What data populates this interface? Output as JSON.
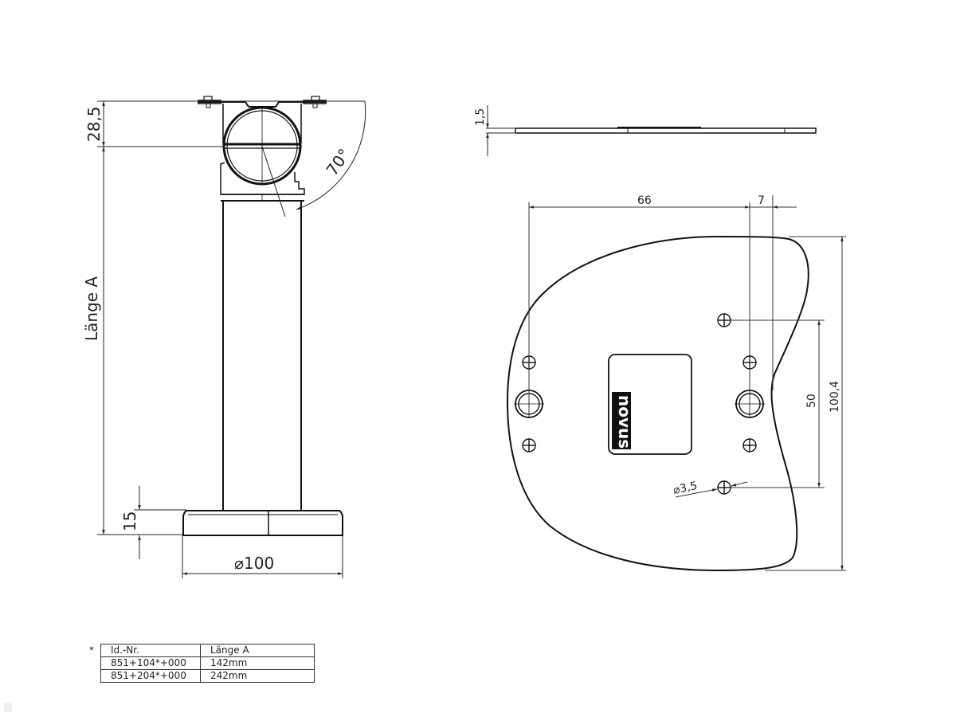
{
  "drawing": {
    "side_view": {
      "dim_top_height": "28,5",
      "dim_angle": "70°",
      "dim_length": "Länge A",
      "dim_base_height": "15",
      "dim_base_diameter": "⌀100"
    },
    "plate_top_view": {
      "dim_thickness": "1,5"
    },
    "plate_plan_view": {
      "dim_width": "66",
      "dim_offset": "7",
      "dim_hole_spacing": "50",
      "dim_height": "100,4",
      "dim_hole_diameter": "⌀3,5",
      "logo_text": "novus"
    }
  },
  "parts_table": {
    "marker": "*",
    "headers": [
      "Id.-Nr.",
      "Länge  A"
    ],
    "rows": [
      [
        "851+104*+000",
        "142mm"
      ],
      [
        "851+204*+000",
        "242mm"
      ]
    ]
  },
  "colors": {
    "line": "#111111",
    "dim_line": "#555555",
    "background": "#ffffff"
  }
}
